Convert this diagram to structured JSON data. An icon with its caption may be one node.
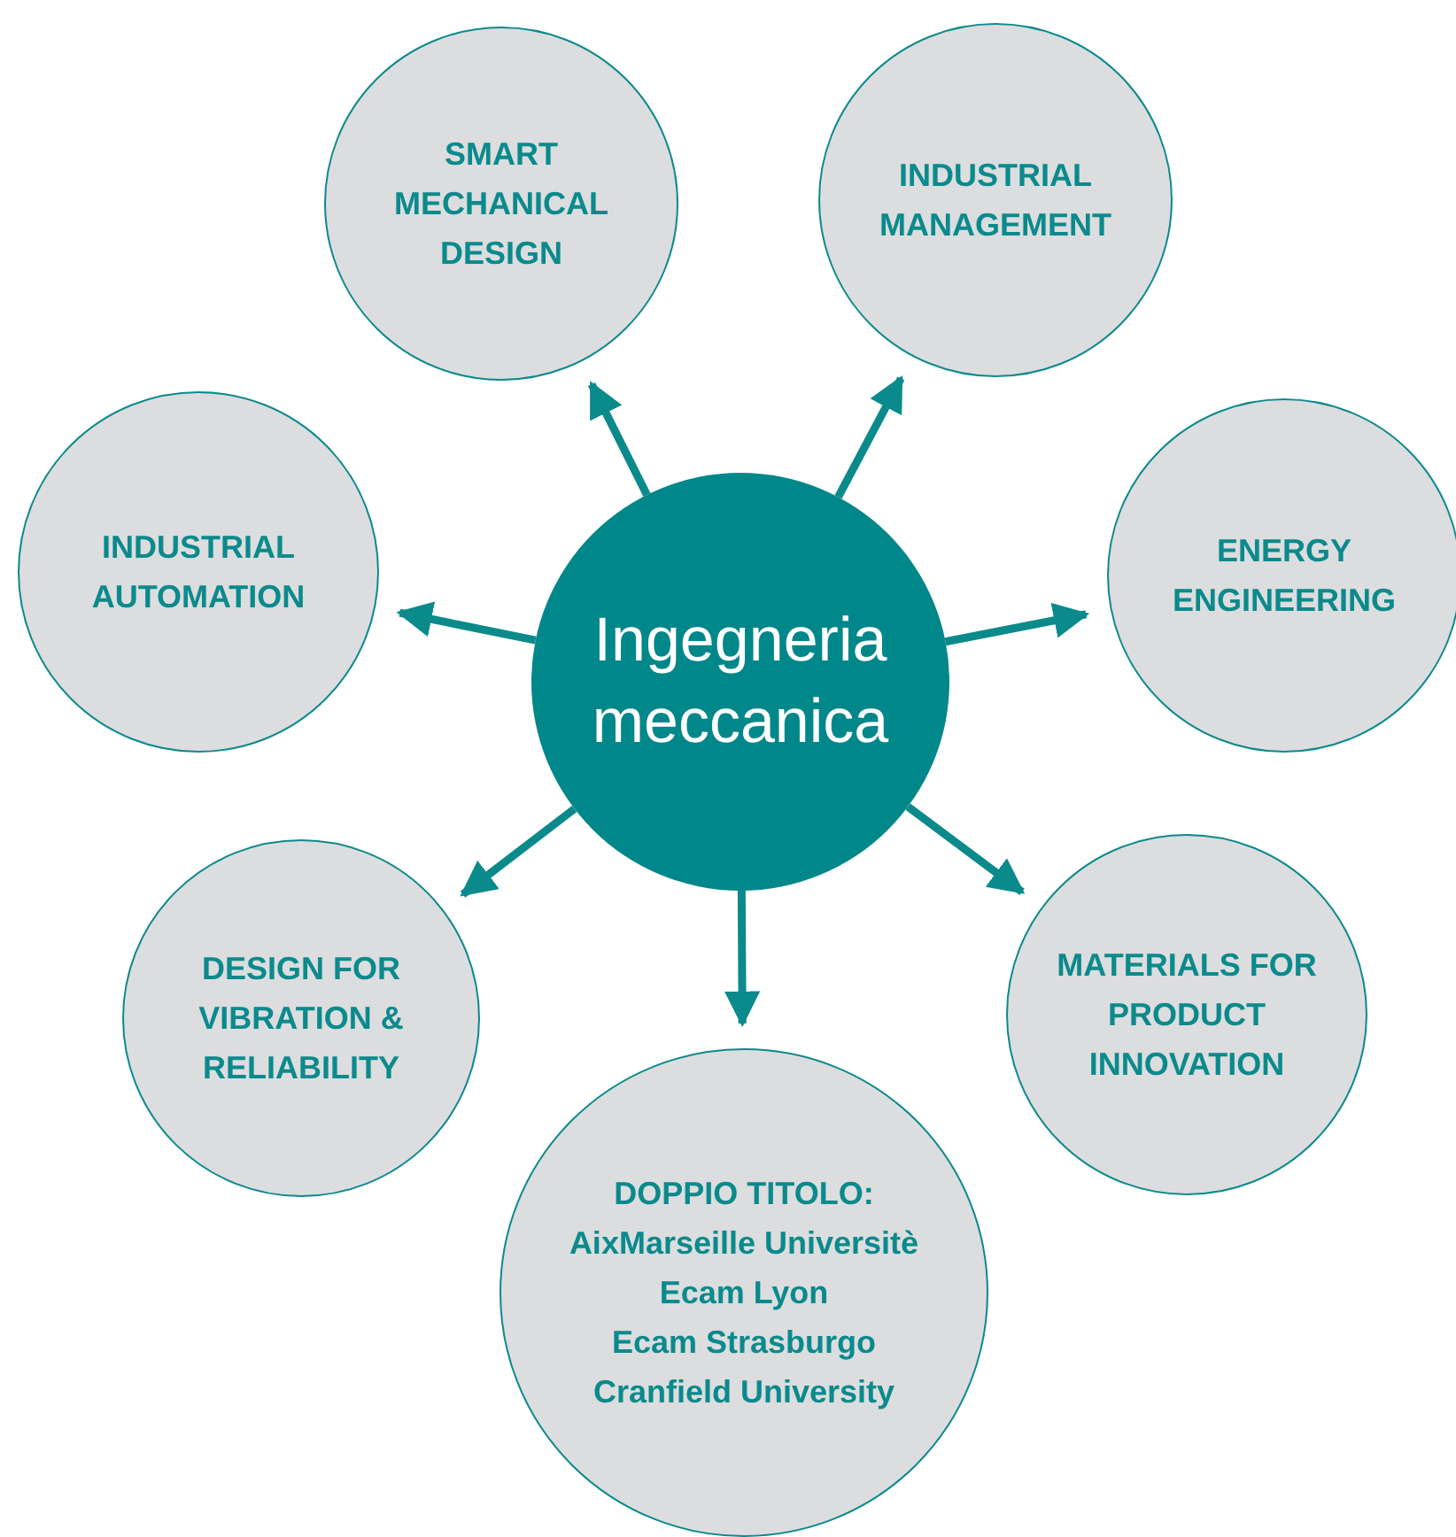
{
  "diagram": {
    "nodes": [
      {
        "text": [
          "Ingegneria meccanica"
        ]
      },
      {
        "text": [
          "SMART MECHANICAL DESIGN"
        ]
      },
      {
        "text": [
          "INDUSTRIAL MANAGEMENT"
        ]
      },
      {
        "text": [
          "INDUSTRIAL AUTOMATION"
        ]
      },
      {
        "text": [
          "ENERGY ENGINEERING"
        ]
      },
      {
        "text": [
          "DESIGN FOR VIBRATION & RELIABILITY"
        ]
      },
      {
        "text": [
          "MATERIALS FOR PRODUCT INNOVATION"
        ]
      },
      {
        "text": [
          "DOPPIO TITOLO:",
          "AixMarseille Universitè",
          "Ecam Lyon",
          "Ecam Strasburgo",
          "Cranfield University"
        ]
      }
    ],
    "edges": [
      {
        "from": 0,
        "to": 1,
        "arrow": "to"
      },
      {
        "from": 0,
        "to": 2,
        "arrow": "to"
      },
      {
        "from": 0,
        "to": 3,
        "arrow": "to"
      },
      {
        "from": 0,
        "to": 4,
        "arrow": "to"
      },
      {
        "from": 0,
        "to": 5,
        "arrow": "to"
      },
      {
        "from": 0,
        "to": 6,
        "arrow": "to"
      },
      {
        "from": 0,
        "to": 7,
        "arrow": "to"
      }
    ]
  }
}
